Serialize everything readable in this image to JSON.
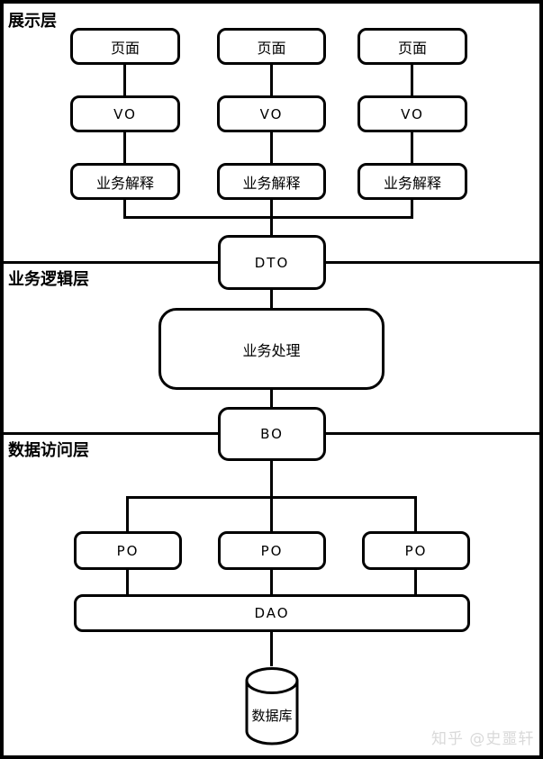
{
  "diagram": {
    "layers": [
      {
        "id": "presentation",
        "label": "展示层"
      },
      {
        "id": "business-logic",
        "label": "业务逻辑层"
      },
      {
        "id": "data-access",
        "label": "数据访问层"
      }
    ],
    "columns": [
      {
        "page": "页面",
        "vo": "VO",
        "interpret": "业务解释"
      },
      {
        "page": "页面",
        "vo": "VO",
        "interpret": "业务解释"
      },
      {
        "page": "页面",
        "vo": "VO",
        "interpret": "业务解释"
      }
    ],
    "dto": "DTO",
    "processing": "业务处理",
    "bo": "BO",
    "po": [
      "PO",
      "PO",
      "PO"
    ],
    "dao": "DAO",
    "database": "数据库"
  },
  "watermark": "知乎 @史噩轩",
  "colors": {
    "stroke": "#000000",
    "background": "#ffffff",
    "watermark": "#d9d9d9"
  }
}
